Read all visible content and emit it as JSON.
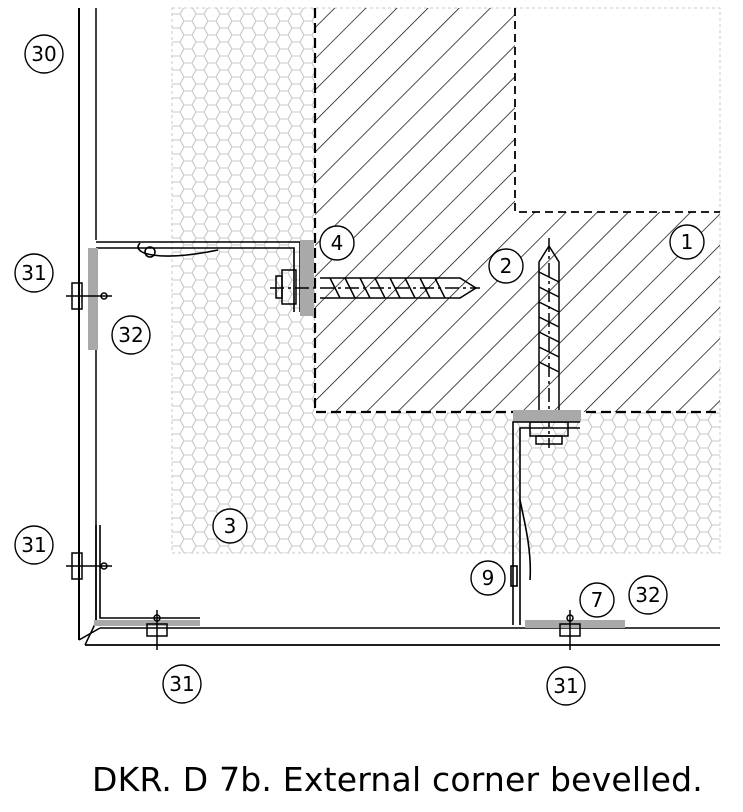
{
  "caption": "DKR. D 7b.  External corner bevelled.",
  "callouts": [
    {
      "id": "c1",
      "label": "1"
    },
    {
      "id": "c2",
      "label": "2"
    },
    {
      "id": "c3",
      "label": "3"
    },
    {
      "id": "c4",
      "label": "4"
    },
    {
      "id": "c7",
      "label": "7"
    },
    {
      "id": "c9",
      "label": "9"
    },
    {
      "id": "c30",
      "label": "30"
    },
    {
      "id": "c31a",
      "label": "31"
    },
    {
      "id": "c31b",
      "label": "31"
    },
    {
      "id": "c31c",
      "label": "31"
    },
    {
      "id": "c31d",
      "label": "31"
    },
    {
      "id": "c32a",
      "label": "32"
    },
    {
      "id": "c32b",
      "label": "32"
    }
  ],
  "colors": {
    "line": "#000000",
    "gasket": "#a9a9a9",
    "insulation_pattern": "#cfcfcf"
  }
}
